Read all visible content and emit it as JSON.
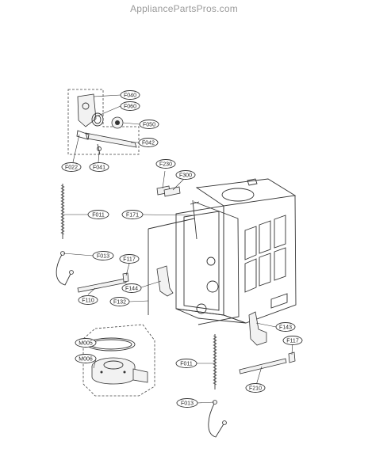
{
  "watermark": "AppliancePartsPros.com",
  "labels": {
    "F040": "F040",
    "F060": "F060",
    "F050": "F050",
    "F042": "F042",
    "F022": "F022",
    "F041": "F041",
    "F230": "F230",
    "F300": "F300",
    "F171": "F171",
    "F011a": "F011",
    "F013a": "F013",
    "F117a": "F117",
    "F144": "F144",
    "F110": "F110",
    "F132": "F132",
    "F143": "F143",
    "F117b": "F117",
    "M005": "M005",
    "M006": "M006",
    "F011b": "F011",
    "F210": "F210",
    "F013b": "F013"
  }
}
